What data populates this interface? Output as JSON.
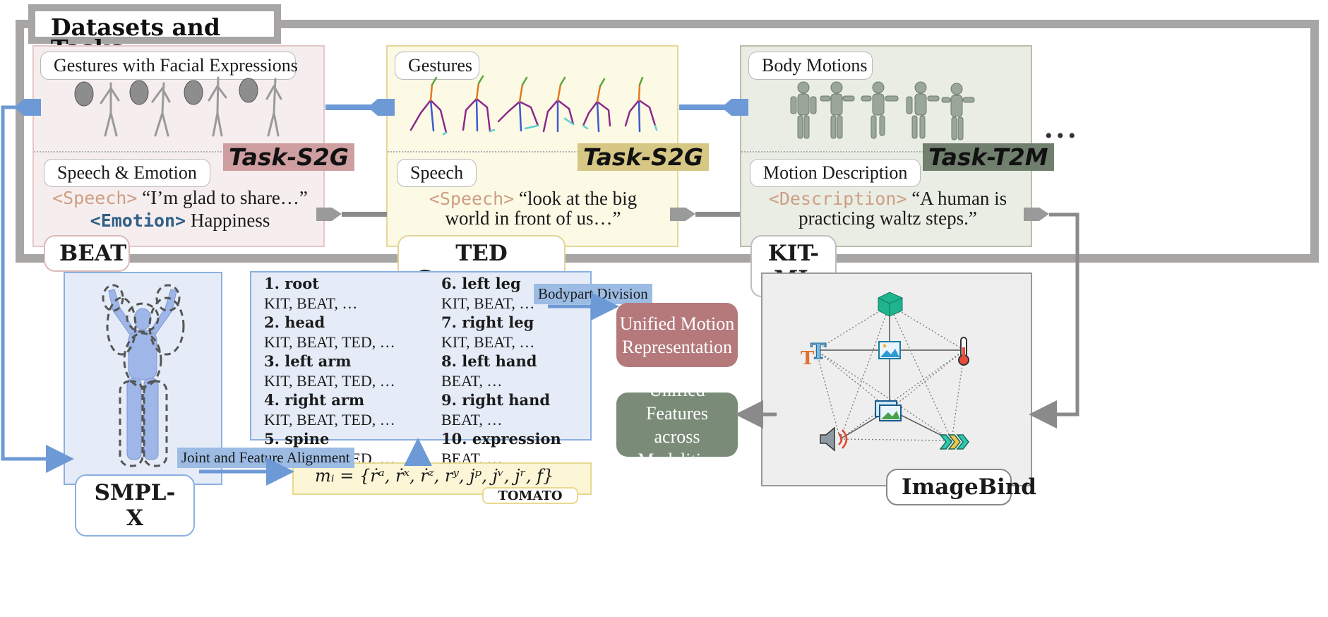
{
  "title": "Datasets and Tasks",
  "colors": {
    "frame": "#a8a6a5",
    "blue_arrow": "#6d9ad6",
    "gray_arrow": "#8a8a8a",
    "beat_bg": "#f6eeee",
    "ted_bg": "#fcf9e5",
    "kit_bg": "#eaede3",
    "smplx_bg": "#e5ecf8",
    "unified_motion": "#b5797c",
    "unified_features": "#7a8c78",
    "imagebind_bg": "#eeeeee"
  },
  "panels": {
    "beat": {
      "top_label": "Gestures with Facial Expressions",
      "task": "Task-S2G",
      "bottom_label": "Speech & Emotion",
      "speech_tag": "<Speech>",
      "speech_text": "“I’m glad to share…”",
      "emotion_tag": "<Emotion>",
      "emotion_text": "Happiness",
      "dataset": "BEAT"
    },
    "ted": {
      "top_label": "Gestures",
      "task": "Task-S2G",
      "bottom_label": "Speech",
      "speech_tag": "<Speech>",
      "speech_text_1": "“look at the big",
      "speech_text_2": "world in front of us…”",
      "dataset": "TED Gesture++"
    },
    "kit": {
      "top_label": "Body Motions",
      "task": "Task-T2M",
      "bottom_label": "Motion Description",
      "desc_tag": "<Description>",
      "desc_text_1": "“A human is",
      "desc_text_2": "practicing waltz steps.”",
      "dataset": "KIT-ML"
    }
  },
  "ellipsis": "•••",
  "smplx": {
    "label": "SMPL-X"
  },
  "bodyparts": {
    "left": [
      {
        "name": "1. root",
        "datasets": "KIT, BEAT, …"
      },
      {
        "name": "2. head",
        "datasets": "KIT, BEAT, TED, …"
      },
      {
        "name": "3. left arm",
        "datasets": "KIT, BEAT, TED, …"
      },
      {
        "name": "4. right arm",
        "datasets": "KIT, BEAT, TED, …"
      },
      {
        "name": "5. spine",
        "datasets": "KIT, BEAT, TED, …"
      }
    ],
    "right": [
      {
        "name": "6. left leg",
        "datasets": "KIT, BEAT, …"
      },
      {
        "name": "7. right leg",
        "datasets": "KIT, BEAT, …"
      },
      {
        "name": "8. left hand",
        "datasets": "BEAT, …"
      },
      {
        "name": "9. right hand",
        "datasets": "BEAT, …"
      },
      {
        "name": "10. expression",
        "datasets": "BEAT, …"
      }
    ]
  },
  "bodypart_division": "Bodypart Division",
  "joint_alignment": "Joint and Feature Alignment",
  "formula": "mᵢ = {ṙᵃ, ṙˣ, ṙᶻ, rʸ, jᵖ, jᵛ, jʳ, f}",
  "tomato": "TOMATO",
  "unified_motion": [
    "Unified Motion",
    "Representation"
  ],
  "unified_features": [
    "Unified Features",
    "across Modalities"
  ],
  "imagebind": "ImageBind"
}
